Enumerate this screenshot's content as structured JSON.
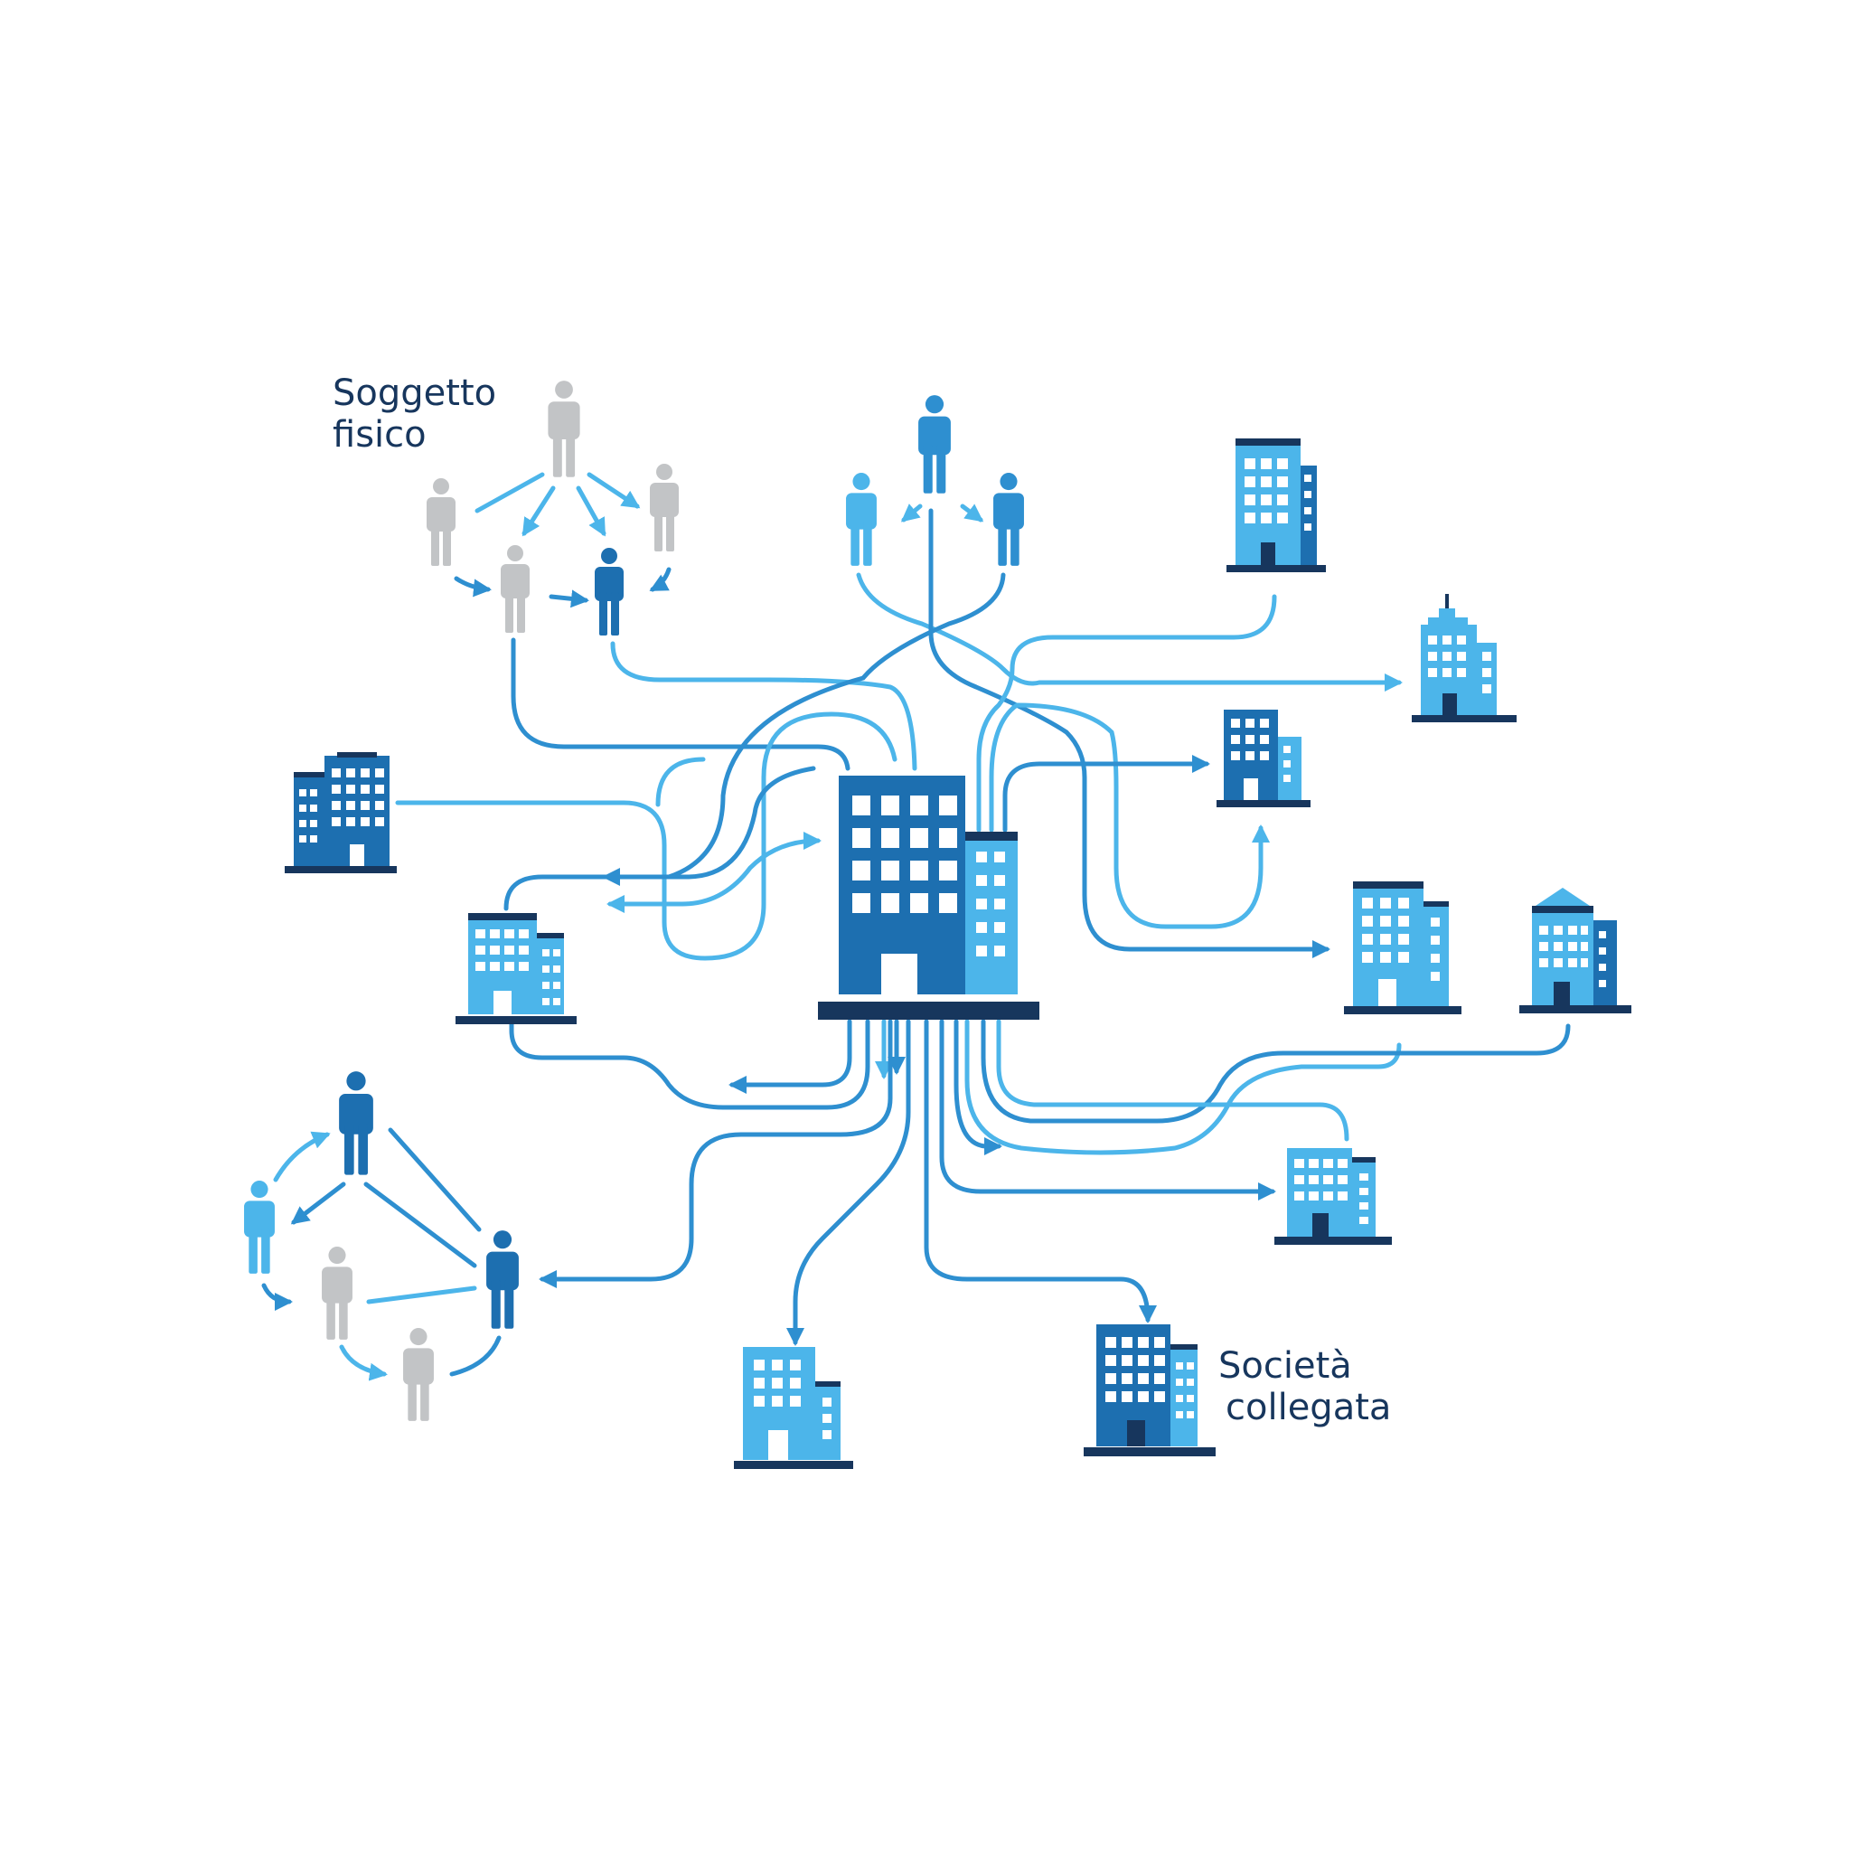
{
  "labels": {
    "person_group": [
      "Soggetto",
      "fisico"
    ],
    "linked_company": [
      "Società",
      "collegata"
    ]
  },
  "colors": {
    "dark_blue": "#1d6fb0",
    "mid_blue": "#2e8fd0",
    "light_blue": "#4cb5ea",
    "navy": "#17365d",
    "gray": "#c2c4c6",
    "window": "#ffffff"
  },
  "icons": {
    "person": "person-icon",
    "building": "building-icon",
    "arrow": "arrow-icon"
  }
}
